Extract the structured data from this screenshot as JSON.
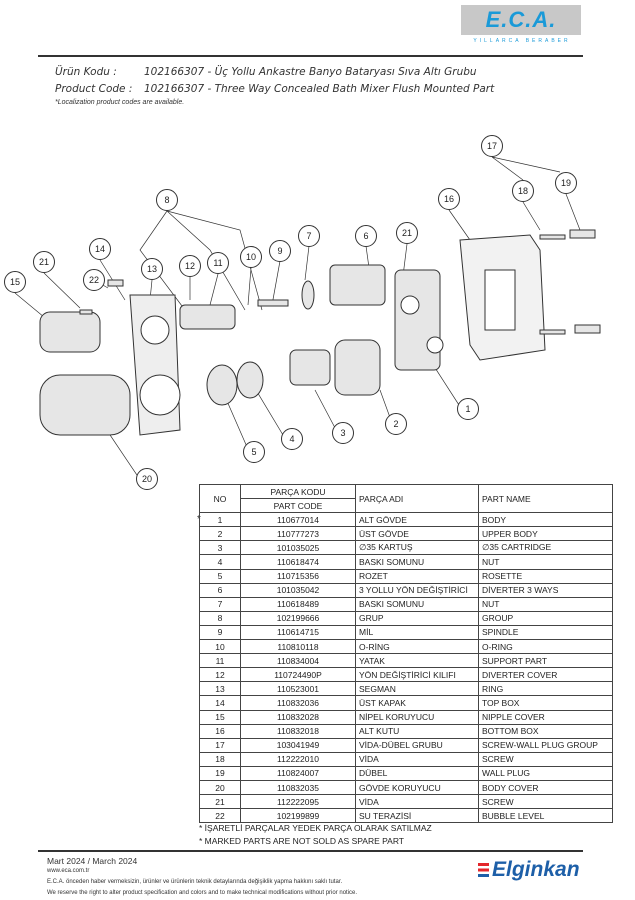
{
  "logo": {
    "text": "E.C.A.",
    "tagline": "YILLARCA BERABER"
  },
  "header": {
    "urun_label": "Ürün Kodu :",
    "urun_value": "102166307 - Üç Yollu Ankastre Banyo Bataryası Sıva Altı Grubu",
    "product_label": "Product Code :",
    "product_value": "102166307 - Three Way Concealed Bath Mixer Flush Mounted Part",
    "note": "*Localization product codes are available."
  },
  "diagram": {
    "callouts": [
      "17",
      "18",
      "19",
      "16",
      "8",
      "7",
      "6",
      "21",
      "9",
      "10",
      "11",
      "12",
      "13",
      "14",
      "21",
      "22",
      "15",
      "1",
      "2",
      "3",
      "4",
      "5",
      "20"
    ]
  },
  "table": {
    "headers": {
      "no": "NO",
      "code_tr": "PARÇA KODU",
      "code_en": "PART CODE",
      "name_tr": "PARÇA ADI",
      "name_en": "PART NAME"
    },
    "marker": "*",
    "rows": [
      {
        "no": "1",
        "code": "110677014",
        "tr": "ALT GÖVDE",
        "en": "BODY"
      },
      {
        "no": "2",
        "code": "110777273",
        "tr": "ÜST GÖVDE",
        "en": "UPPER BODY"
      },
      {
        "no": "3",
        "code": "101035025",
        "tr": "∅35 KARTUŞ",
        "en": "∅35 CARTRIDGE"
      },
      {
        "no": "4",
        "code": "110618474",
        "tr": "BASKI SOMUNU",
        "en": "NUT"
      },
      {
        "no": "5",
        "code": "110715356",
        "tr": "ROZET",
        "en": "ROSETTE"
      },
      {
        "no": "6",
        "code": "101035042",
        "tr": "3 YOLLU YÖN DEĞİŞTİRİCİ",
        "en": "DİVERTER 3 WAYS"
      },
      {
        "no": "7",
        "code": "110618489",
        "tr": "BASKI SOMUNU",
        "en": "NUT"
      },
      {
        "no": "8",
        "code": "102199666",
        "tr": "GRUP",
        "en": "GROUP"
      },
      {
        "no": "9",
        "code": "110614715",
        "tr": "MİL",
        "en": "SPINDLE"
      },
      {
        "no": "10",
        "code": "110810118",
        "tr": "O-RİNG",
        "en": "O-RING"
      },
      {
        "no": "11",
        "code": "110834004",
        "tr": "YATAK",
        "en": "SUPPORT PART"
      },
      {
        "no": "12",
        "code": "110724490P",
        "tr": "YÖN DEĞİŞTİRİCİ KILIFI",
        "en": "DIVERTER COVER"
      },
      {
        "no": "13",
        "code": "110523001",
        "tr": "SEGMAN",
        "en": "RING"
      },
      {
        "no": "14",
        "code": "110832036",
        "tr": "ÜST KAPAK",
        "en": "TOP BOX"
      },
      {
        "no": "15",
        "code": "110832028",
        "tr": "NİPEL KORUYUCU",
        "en": "NIPPLE COVER"
      },
      {
        "no": "16",
        "code": "110832018",
        "tr": "ALT KUTU",
        "en": "BOTTOM BOX"
      },
      {
        "no": "17",
        "code": "103041949",
        "tr": "VİDA-DÜBEL GRUBU",
        "en": "SCREW-WALL PLUG GROUP"
      },
      {
        "no": "18",
        "code": "112222010",
        "tr": "VİDA",
        "en": "SCREW"
      },
      {
        "no": "19",
        "code": "110824007",
        "tr": "DÜBEL",
        "en": "WALL PLUG"
      },
      {
        "no": "20",
        "code": "110832035",
        "tr": "GÖVDE KORUYUCU",
        "en": "BODY COVER"
      },
      {
        "no": "21",
        "code": "112222095",
        "tr": "VİDA",
        "en": "SCREW"
      },
      {
        "no": "22",
        "code": "102199899",
        "tr": "SU TERAZİSİ",
        "en": "BUBBLE LEVEL"
      }
    ]
  },
  "footnotes": [
    "* İŞARETLİ PARÇALAR YEDEK PARÇA OLARAK SATILMAZ",
    "* MARKED PARTS ARE NOT SOLD AS SPARE PART"
  ],
  "footer": {
    "date": "Mart 2024 / March 2024",
    "url": "www.eca.com.tr",
    "line_tr": "E.C.A. önceden haber vermeksizin, ürünler ve ürünlerin teknik detaylarında değişiklik yapma hakkını saklı tutar.",
    "line_en": "We reserve the right to alter product specification and colors and to make technical modifications without prior notice.",
    "brand": "Elginkan"
  }
}
